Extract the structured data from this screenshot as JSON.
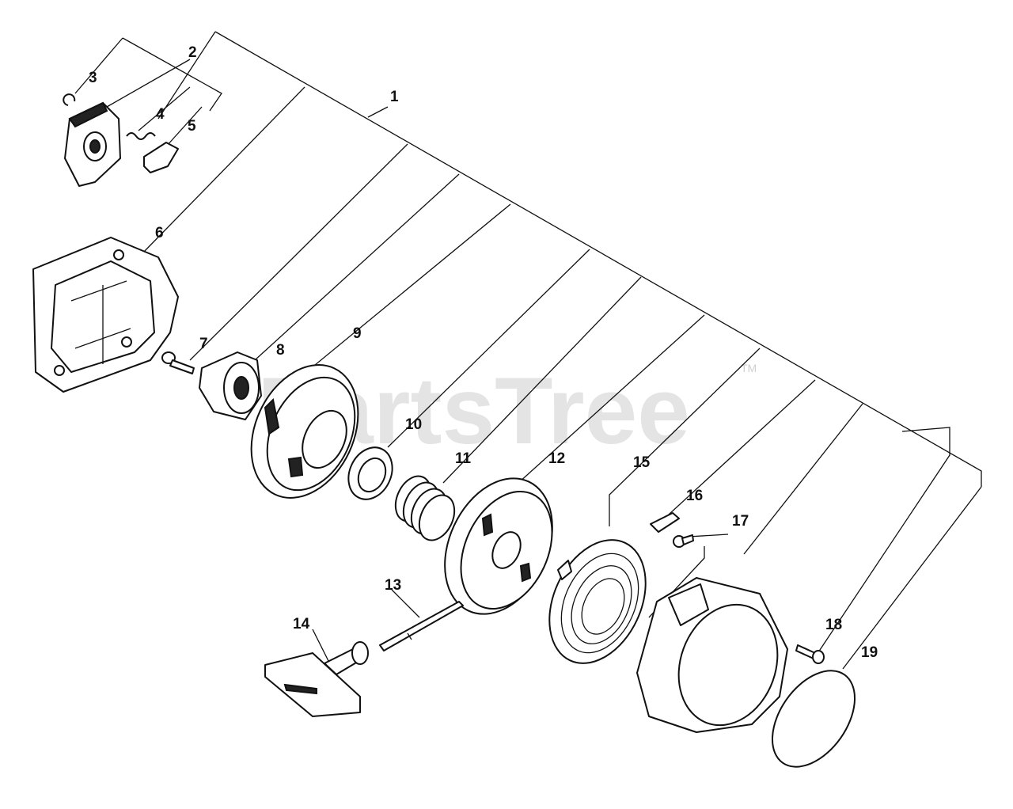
{
  "watermark": {
    "text": "PartsTree",
    "tm": "TM"
  },
  "labels": {
    "p1": "1",
    "p2": "2",
    "p3": "3",
    "p4": "4",
    "p5": "5",
    "p6": "6",
    "p7": "7",
    "p8": "8",
    "p9": "9",
    "p10": "10",
    "p11": "11",
    "p12": "12",
    "p13": "13",
    "p14": "14",
    "p15": "15",
    "p16": "16",
    "p17": "17",
    "p18": "18",
    "p19": "19"
  }
}
